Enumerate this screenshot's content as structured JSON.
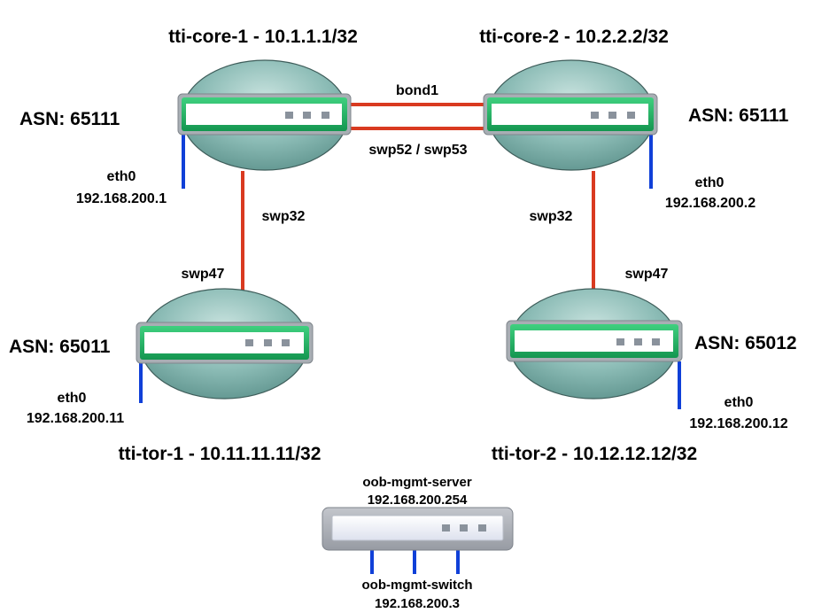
{
  "colors": {
    "link": "#d93a20",
    "mgmt_link": "#1040d8",
    "router_body": "#8dbdb8",
    "router_glow": "#1aab5e",
    "switch_frame": "#a0a4ab",
    "background": "#ffffff"
  },
  "routers": {
    "core1": {
      "title": "tti-core-1 - 10.1.1.1/32",
      "asn": "ASN: 65111",
      "mgmt_iface": "eth0",
      "mgmt_ip": "192.168.200.1"
    },
    "core2": {
      "title": "tti-core-2 - 10.2.2.2/32",
      "asn": "ASN: 65111",
      "mgmt_iface": "eth0",
      "mgmt_ip": "192.168.200.2"
    },
    "tor1": {
      "title": "tti-tor-1 - 10.11.11.11/32",
      "asn": "ASN: 65011",
      "mgmt_iface": "eth0",
      "mgmt_ip": "192.168.200.11"
    },
    "tor2": {
      "title": "tti-tor-2 - 10.12.12.12/32",
      "asn": "ASN: 65012",
      "mgmt_iface": "eth0",
      "mgmt_ip": "192.168.200.12"
    }
  },
  "links": {
    "bond_label": "bond1",
    "bond_ports": "swp52 / swp53",
    "core1_tor1_core_port": "swp32",
    "core1_tor1_tor_port": "swp47",
    "core2_tor2_core_port": "swp32",
    "core2_tor2_tor_port": "swp47"
  },
  "oob": {
    "server_name": "oob-mgmt-server",
    "server_ip": "192.168.200.254",
    "switch_name": "oob-mgmt-switch",
    "switch_ip": "192.168.200.3"
  }
}
